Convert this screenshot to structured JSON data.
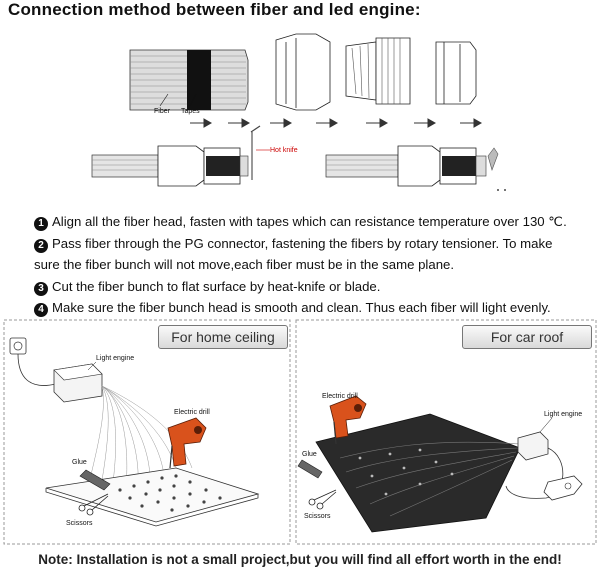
{
  "title": "Connection method between fiber and led engine:",
  "diagram_labels": {
    "fiber": "Fiber",
    "tapes": "Tapes",
    "hot_knife": "Hot knife"
  },
  "steps": [
    {
      "num": "1",
      "text": "Align all the fiber head, fasten with tapes which can resistance temperature over 130 ℃."
    },
    {
      "num": "2",
      "text": "Pass fiber through the PG connector, fastening the fibers by rotary tensioner. To make"
    },
    {
      "num": "",
      "text": "sure the fiber bunch will not move,each fiber must be in the same plane."
    },
    {
      "num": "3",
      "text": "Cut the fiber bunch to flat surface by heat-knife or blade."
    },
    {
      "num": "4",
      "text": "Make sure the fiber bunch head is smooth and clean. Thus each fiber will light evenly."
    }
  ],
  "panels": {
    "home": {
      "tag": "For home ceiling",
      "light_engine": "Light engine",
      "electric_drill": "Electric drill",
      "glue": "Glue",
      "scissors": "Scissors"
    },
    "car": {
      "tag": "For car roof",
      "light_engine": "Light engine",
      "electric_drill": "Electric drill",
      "glue": "Glue",
      "scissors": "Scissors"
    }
  },
  "footer": "Note: Installation is not a small project,but you will find all effort worth in the end!",
  "colors": {
    "drill_orange": "#d9521c",
    "hot_knife_red": "#cc0000",
    "board_dark": "#2a2a2a"
  }
}
